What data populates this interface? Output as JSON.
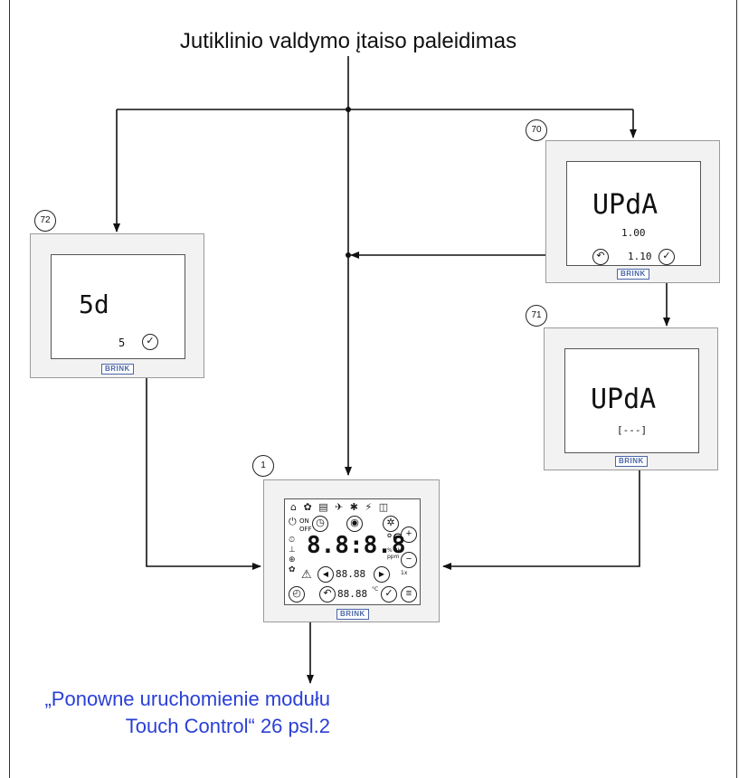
{
  "title": "Jutiklinio valdymo įtaiso paleidimas",
  "link_text": "„Ponowne uruchomienie modułu Touch Control“ 26 psl.2",
  "brand": "BRINK",
  "devices": {
    "d72": {
      "badge": "72",
      "main": "5d",
      "sub": "5"
    },
    "d70": {
      "badge": "70",
      "main": "UPdA",
      "sub1": "1.00",
      "sub2": "1.10"
    },
    "d71": {
      "badge": "71",
      "main": "UPdA",
      "sub": "[---]"
    },
    "d1": {
      "badge": "1",
      "main": "8.8:8.8",
      "unit": "°C",
      "units_small": "% RH ppm",
      "small_digits": "88.88",
      "bottom_digits": "88.88",
      "bottom_unit": "°C",
      "on": "ON",
      "off": "OFF",
      "lx": "1x"
    }
  },
  "icons": {
    "check": "✓",
    "back": "↶",
    "plus": "+",
    "minus": "−",
    "left": "◀",
    "right": "▶",
    "menu": "≡",
    "warning": "⚠"
  }
}
